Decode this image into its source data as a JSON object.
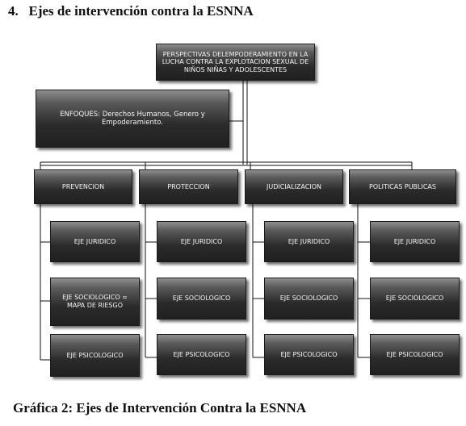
{
  "heading": "4.   Ejes de intervención contra la ESNNA",
  "caption": "Gráfica 2: Ejes de Intervención Contra la ESNNA",
  "diagram": {
    "root": "PERSPECTIVAS DELEMPODERAMIENTO EN LA LUCHA CONTRA LA EXPLOTACION SEXUAL DE NIÑOS NIÑAS Y ADOLESCENTES",
    "enfoques": "ENFOQUES: Derechos Humanos, Genero y Empoderamiento.",
    "branches": [
      {
        "label": "PREVENCION",
        "items": [
          "EJE JURIDICO",
          "EJE  SOCIOLOGICO = MAPA DE RIESGO",
          "EJE PSICOLOGICO"
        ]
      },
      {
        "label": "PROTECCION",
        "items": [
          "EJE JURIDICO",
          "EJE SOCIOLOGICO",
          "EJE PSICOLOGICO"
        ]
      },
      {
        "label": "JUDICIALIZACION",
        "items": [
          "EJE JURIDICO",
          "EJE SOCIOLOGICO",
          "EJE PSICOLOGICO"
        ]
      },
      {
        "label": "POLITICAS PUBLICAS",
        "items": [
          "EJE JURIDICO",
          "EJE SOCIOLOGICO",
          "EJE PSICOLOGICO"
        ]
      }
    ]
  }
}
